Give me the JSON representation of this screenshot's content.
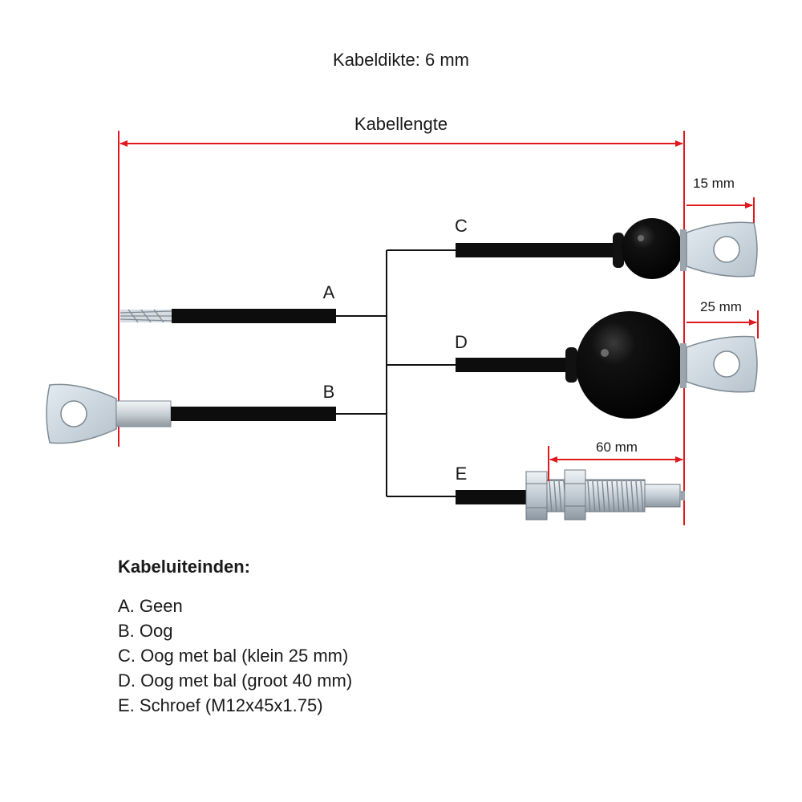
{
  "diagram": {
    "thickness_label": "Kabeldikte: 6 mm",
    "length_label": "Kabellengte",
    "dim_eye_c": "15 mm",
    "dim_eye_d": "25 mm",
    "dim_screw": "60 mm",
    "ends": {
      "a": "A",
      "b": "B",
      "c": "C",
      "d": "D",
      "e": "E"
    },
    "colors": {
      "dimension": "#e0191e",
      "cable": "#0d0d0d",
      "ball": "#050505",
      "metal": "#c8d2da",
      "leader": "#111111"
    }
  },
  "legend": {
    "title": "Kabeluiteinden:",
    "items": [
      "A. Geen",
      "B. Oog",
      "C. Oog met bal (klein 25 mm)",
      "D. Oog met bal (groot 40 mm)",
      "E. Schroef (M12x45x1.75)"
    ]
  }
}
